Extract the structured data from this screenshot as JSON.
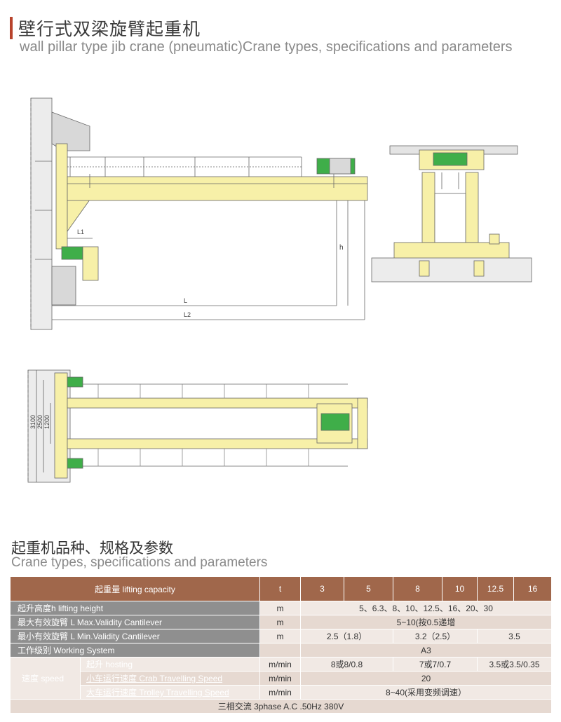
{
  "header": {
    "title_cn": "壁行式双梁旋臂起重机",
    "title_en": "wall pillar type jib crane (pneumatic)Crane types, specifications and parameters"
  },
  "drawing": {
    "dim_L1": "L1",
    "dim_h": "h",
    "dim_L": "L",
    "dim_L2": "L2",
    "dim_3100": "3100",
    "dim_2500": "2500",
    "dim_1200": "1200"
  },
  "section": {
    "title_cn": "起重机品种、规格及参数",
    "title_en": "Crane types, specifications and parameters"
  },
  "table": {
    "head": {
      "label": "起重量 lifting capacity",
      "unit": "t",
      "capacities": [
        "3",
        "5",
        "8",
        "10",
        "12.5",
        "16"
      ]
    },
    "rows": {
      "lifting_height": {
        "label": "起升高度h  lifting height",
        "unit": "m",
        "value": "5、6.3、8、10、12.5、16、20、30"
      },
      "max_cantilever": {
        "label": "最大有效旋臂 L Max.Validity Cantilever",
        "unit": "m",
        "value": "5~10(按0.5递增"
      },
      "min_cantilever": {
        "label": "最小有效旋臂 L Min.Validity Cantilever",
        "unit": "m",
        "v1": "2.5（1.8）",
        "v2": "3.2（2.5）",
        "v3": "3.5"
      },
      "working_system": {
        "label": "工作级别   Working System",
        "value": "A3"
      },
      "speed_group": "速度 speed",
      "hosting": {
        "label": "起升 hosting",
        "unit": "m/min",
        "v1": "8或8/0.8",
        "v2": "7或7/0.7",
        "v3": "3.5或3.5/0.35"
      },
      "crab": {
        "label": "小车运行速度 Crab Travelling Speed",
        "unit": "m/min",
        "value": "20"
      },
      "trolley": {
        "label": "大车运行速度 Trolley Travelling Speed",
        "unit": "m/min",
        "value": "8~40(采用变频调速）"
      },
      "power": {
        "value": "三相交流 3phase A.C .50Hz 380V"
      }
    }
  },
  "colors": {
    "accent": "#b8432c",
    "table_header": "#a0674b",
    "crane_yellow": "#f7f0a8",
    "motor_green": "#3fae49",
    "label_gray": "#8f8f8f"
  }
}
